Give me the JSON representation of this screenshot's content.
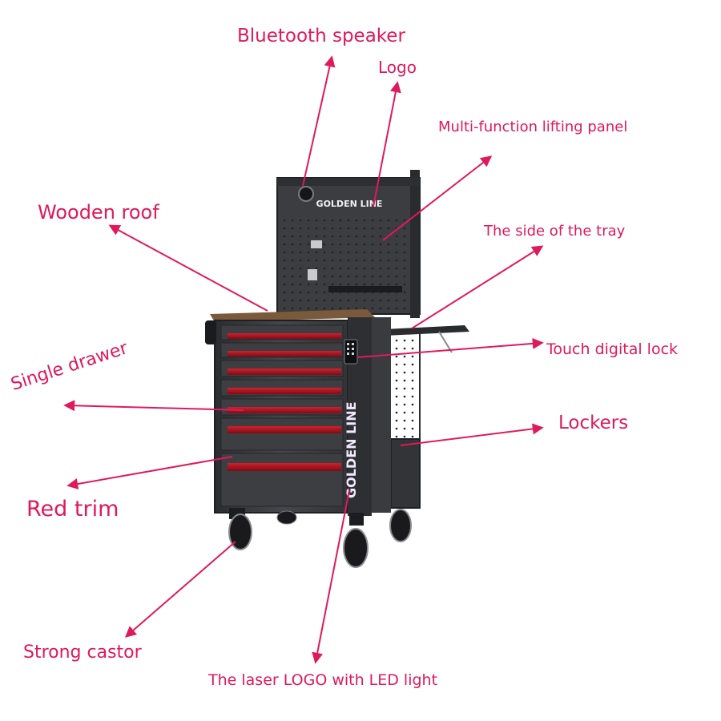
{
  "annotations": {
    "bluetooth_speaker": "Bluetooth speaker",
    "logo": "Logo",
    "lifting_panel": "Multi-function lifting panel",
    "tray_side": "The side of the tray",
    "wooden_roof": "Wooden roof",
    "digital_lock": "Touch digital lock",
    "single_drawer": "Single drawer",
    "lockers": "Lockers",
    "red_trim": "Red trim",
    "strong_castor": "Strong castor",
    "laser_logo": "The laser LOGO with LED light"
  },
  "product": {
    "brand_logo": "GOLDEN LINE"
  },
  "colors": {
    "annotation": "#e0195a",
    "cabinet_body": "#3a3b3f",
    "trim_red": "#b3121f",
    "wood_top": "#7a5a3a",
    "background": "#ffffff"
  }
}
